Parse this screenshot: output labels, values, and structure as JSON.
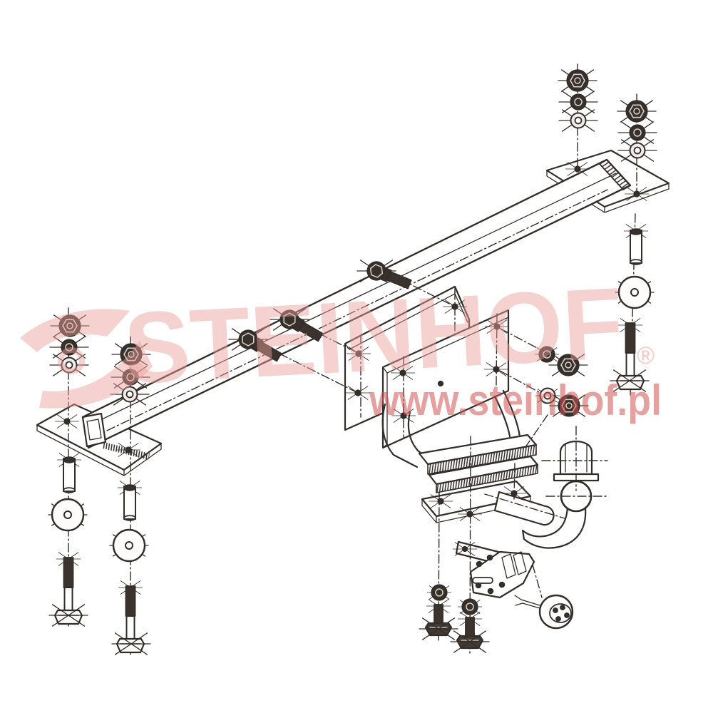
{
  "watermark": {
    "wordmark": "STEINHOF",
    "registered_symbol": "®",
    "url": "www.steinhof.pl",
    "wordmark_color": "#e9a09b",
    "url_color": "#d05352",
    "logo": "steinhof-swoosh-logo"
  },
  "drawing": {
    "type": "exploded-assembly-diagram",
    "subject": "tow-bar-hitch-assembly",
    "line_color": "#332d29",
    "dark_fill": "#37302b",
    "background": "#ffffff",
    "parts": [
      "left-mounting-plate",
      "right-mounting-plate",
      "cross-beam",
      "center-bracket-back-plate",
      "center-bracket-front-plate",
      "u-strap",
      "ball-mount-plate",
      "swan-neck",
      "tow-ball",
      "ball-cap",
      "socket-bracket-arm",
      "socket-mounting-plate",
      "seven-pin-socket",
      "hex-bolts",
      "flange-nuts",
      "lock-nuts",
      "washers",
      "spacer-sleeves"
    ]
  }
}
